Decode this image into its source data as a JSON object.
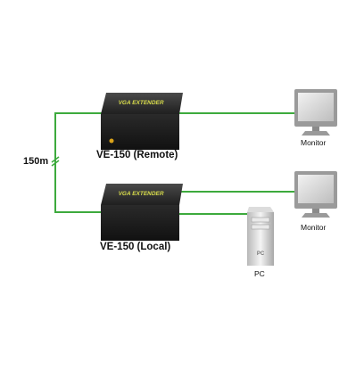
{
  "diagram": {
    "remote_unit": {
      "name": "VE-150 (Remote)",
      "panel_text": "VGA EXTENDER"
    },
    "local_unit": {
      "name": "VE-150 (Local)",
      "panel_text": "VGA EXTENDER"
    },
    "remote_monitor": {
      "name": "Monitor"
    },
    "local_monitor": {
      "name": "Monitor"
    },
    "pc": {
      "name": "PC",
      "tower_text": "PC"
    },
    "link": {
      "distance": "150m"
    },
    "colors": {
      "cable": "#3daa3d",
      "extender_body": "#2b2b2b",
      "extender_text": "#d4d84a",
      "led": "#d9a21a",
      "monitor_bezel": "#9a9a9a",
      "pc_tower": "#c9c9c9"
    }
  }
}
